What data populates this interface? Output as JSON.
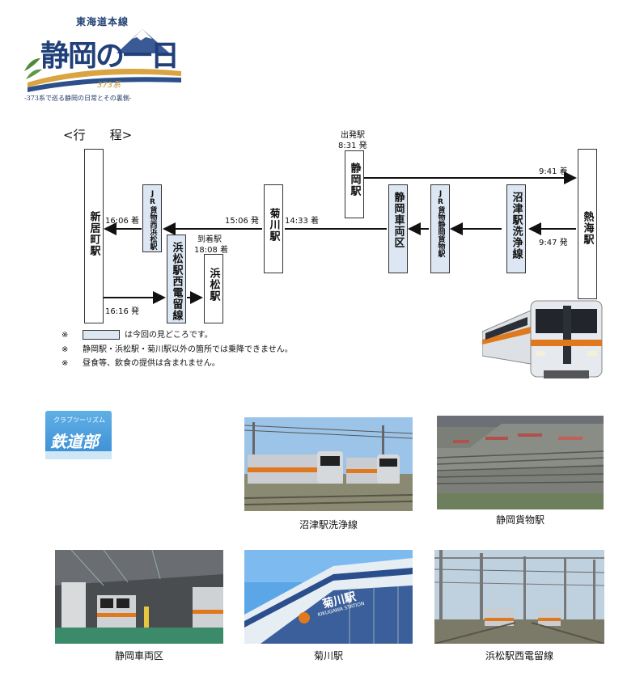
{
  "logo": {
    "top_line": "東海道本線",
    "title": "静岡の一日",
    "badge": "373系",
    "subtitle": "-373系で巡る静岡の日常とその裏側-"
  },
  "itinerary": {
    "heading": "<行　　程>",
    "stations": {
      "shinjohara": "新居町駅",
      "jr_nishihamamatsu": "JR貨物西浜松駅",
      "hamamatsu_yard": "浜松駅西電留線",
      "hamamatsu": "浜松駅",
      "kikugawa": "菊川駅",
      "shizuoka": "静岡駅",
      "shizuoka_depot": "静岡車両区",
      "jr_shizuoka_freight": "JR貨物静岡貨物駅",
      "numazu_wash": "沼津駅洗浄線",
      "atami": "熱海駅"
    },
    "times": {
      "depart_label": "出発駅",
      "depart_time": "8:31 発",
      "atami_arr": "9:41 着",
      "atami_dep": "9:47 発",
      "kikugawa_arr": "14:33 着",
      "kikugawa_dep": "15:06 発",
      "shinjohara_arr": "16:06 着",
      "shinjohara_dep": "16:16 発",
      "arrive_label": "到着駅",
      "arrive_time": "18:08 着"
    }
  },
  "notes": {
    "mark": "※",
    "legend": "は今回の見どころです。",
    "line2": "静岡駅・浜松駅・菊川駅以外の箇所では乗降できません。",
    "line3": "昼食等、飲食の提供は含まれません。"
  },
  "club_logo": {
    "small": "クラブツーリズム",
    "big": "鉄道部"
  },
  "photos": {
    "numazu": "沼津駅洗浄線",
    "shizuoka_freight": "静岡貨物駅",
    "shizuoka_depot": "静岡車両区",
    "kikugawa": "菊川駅",
    "hamamatsu_yard": "浜松駅西電留線",
    "kikugawa_sign": "菊川駅",
    "kikugawa_sign_en": "KIKUGAWA STATION"
  },
  "colors": {
    "highlight": "#dde7f3",
    "train_orange": "#e0781e",
    "logo_navy": "#21407a"
  }
}
